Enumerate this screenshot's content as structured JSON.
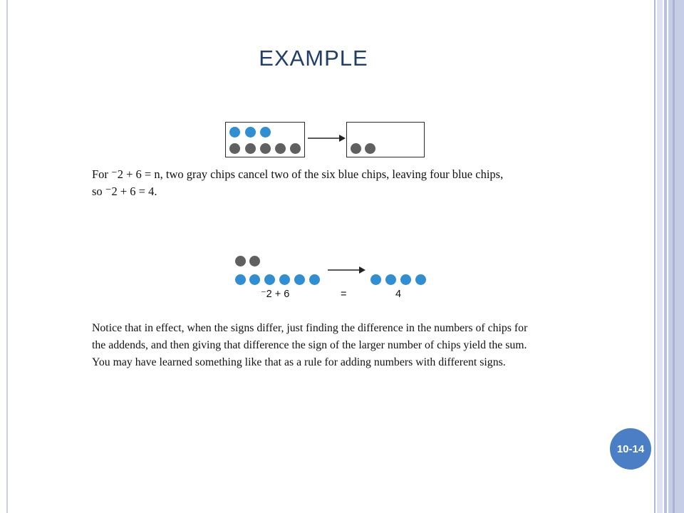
{
  "slide": {
    "title": "EXAMPLE",
    "slide_number": "10-14"
  },
  "example1": {
    "text_line1": "For ⁻2 + 6 = n, two gray chips cancel two of the six blue chips, leaving four blue chips,",
    "text_line2": "so ⁻2 + 6 = 4."
  },
  "example2": {
    "expression_left": "⁻2 + 6",
    "equals": "=",
    "expression_right": "4"
  },
  "paragraph": {
    "line1": "Notice that in effect, when the signs differ, just finding the difference in the numbers of chips for",
    "line2": "the addends, and then giving that difference the sign of the larger number of chips yield the sum.",
    "line3": "You may have learned something like that as a rule for adding numbers with different signs."
  },
  "colors": {
    "blue_chip": "#2f8fd2",
    "gray_chip": "#5f6062",
    "title": "#1f3e6c",
    "badge": "#4a7fc5"
  }
}
